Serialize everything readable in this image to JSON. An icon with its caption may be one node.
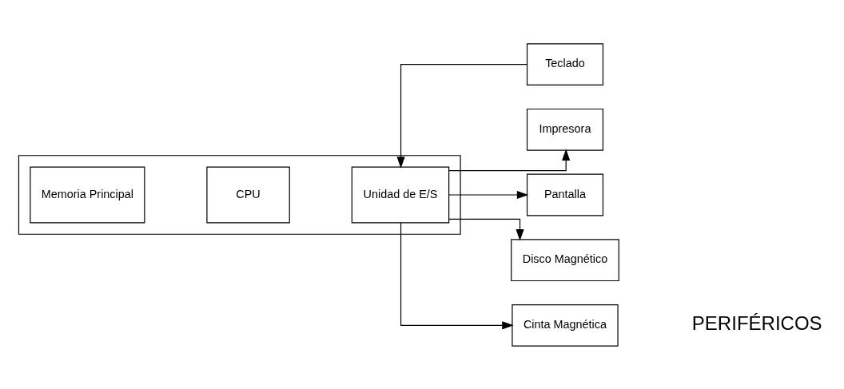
{
  "diagram": {
    "nodes": [
      {
        "text": [],
        "shape": "box"
      },
      {
        "text": [
          "Memoria Principal"
        ],
        "in": 0
      },
      {
        "text": [
          "CPU"
        ],
        "in": 0
      },
      {
        "text": [
          "Unidad de E/S"
        ],
        "in": 0
      },
      {
        "text": [
          "Teclado"
        ]
      },
      {
        "text": [
          "Impresora"
        ]
      },
      {
        "text": [
          "Pantalla"
        ]
      },
      {
        "text": [
          "Disco Magnético"
        ]
      },
      {
        "text": [
          "Cinta Magnética"
        ]
      }
    ],
    "edges": [
      {
        "from": 4,
        "to": 3,
        "arrow": "to"
      },
      {
        "from": 3,
        "to": 5,
        "arrow": "to"
      },
      {
        "from": 3,
        "to": 6,
        "arrow": "to"
      },
      {
        "from": 3,
        "to": 7,
        "arrow": "to"
      },
      {
        "from": 3,
        "to": 8,
        "arrow": "to"
      }
    ],
    "labels": [
      "PERIFÉRICOS"
    ]
  }
}
